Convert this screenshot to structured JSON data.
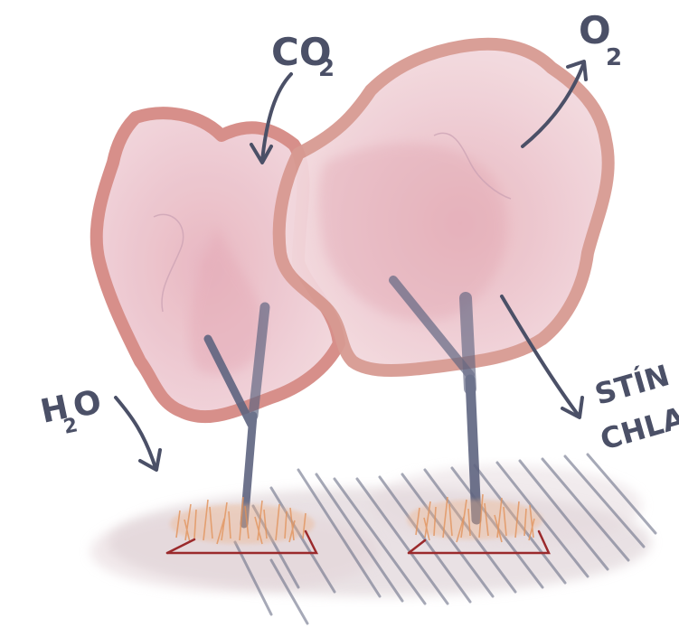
{
  "labels": {
    "co2_main": "CO",
    "co2_sub": "2",
    "o2_main": "O",
    "o2_sub": "2",
    "h2o_h": "H",
    "h2o_sub": "2",
    "h2o_o": "O",
    "shade_line1": "STÍN",
    "shade_line2": "CHLA"
  },
  "colors": {
    "canopy_outline": "#d58a84",
    "canopy_fill": "#ecc3cb",
    "trunk": "#5e6480",
    "grass": "#e3955e",
    "ground_shadow": "#d7c9cd",
    "hatch": "#6c7188",
    "arrow": "#4b5067",
    "base_line": "#9b2a2c"
  }
}
